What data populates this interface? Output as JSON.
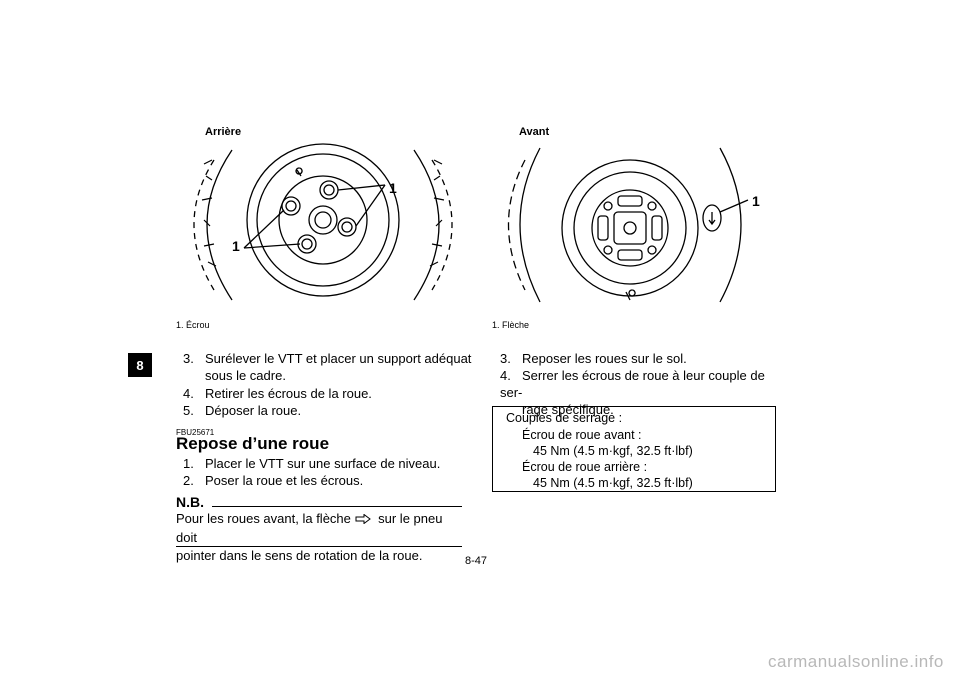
{
  "section_tab": "8",
  "left_figure": {
    "title": "Arrière",
    "callouts": [
      "1",
      "1"
    ],
    "caption": "1. Écrou"
  },
  "right_figure": {
    "title": "Avant",
    "callouts": [
      "1"
    ],
    "caption": "1. Flèche"
  },
  "left_steps": [
    {
      "num": "3.",
      "line1": "Surélever le VTT et placer un support adéquat",
      "line2": "sous le cadre."
    },
    {
      "num": "4.",
      "line1": "Retirer les écrous de la roue."
    },
    {
      "num": "5.",
      "line1": "Déposer la roue."
    }
  ],
  "section": {
    "code": "FBU25671",
    "heading": "Repose d’une roue"
  },
  "install_steps": [
    {
      "num": "1.",
      "text": "Placer le VTT sur une surface de niveau."
    },
    {
      "num": "2.",
      "text": "Poser la roue et les écrous."
    }
  ],
  "nb": {
    "title": "N.B.",
    "line1a": "Pour les roues avant, la flèche",
    "line1b": "sur le pneu doit",
    "line2": "pointer dans le sens de rotation de la roue."
  },
  "right_steps": [
    {
      "num": "3.",
      "line1": "Reposer les roues sur le sol."
    },
    {
      "num": "4.",
      "line1": "Serrer les écrous de roue à leur couple de ser-",
      "line2": "rage spécifique."
    }
  ],
  "torque": {
    "title": "Couples de serrage :",
    "front_label": "Écrou de roue avant :",
    "front_value": "45 Nm (4.5 m·kgf, 32.5 ft·lbf)",
    "rear_label": "Écrou de roue arrière :",
    "rear_value": "45 Nm (4.5 m·kgf, 32.5 ft·lbf)"
  },
  "page_number": "8-47",
  "watermark": "carmanualsonline.info"
}
